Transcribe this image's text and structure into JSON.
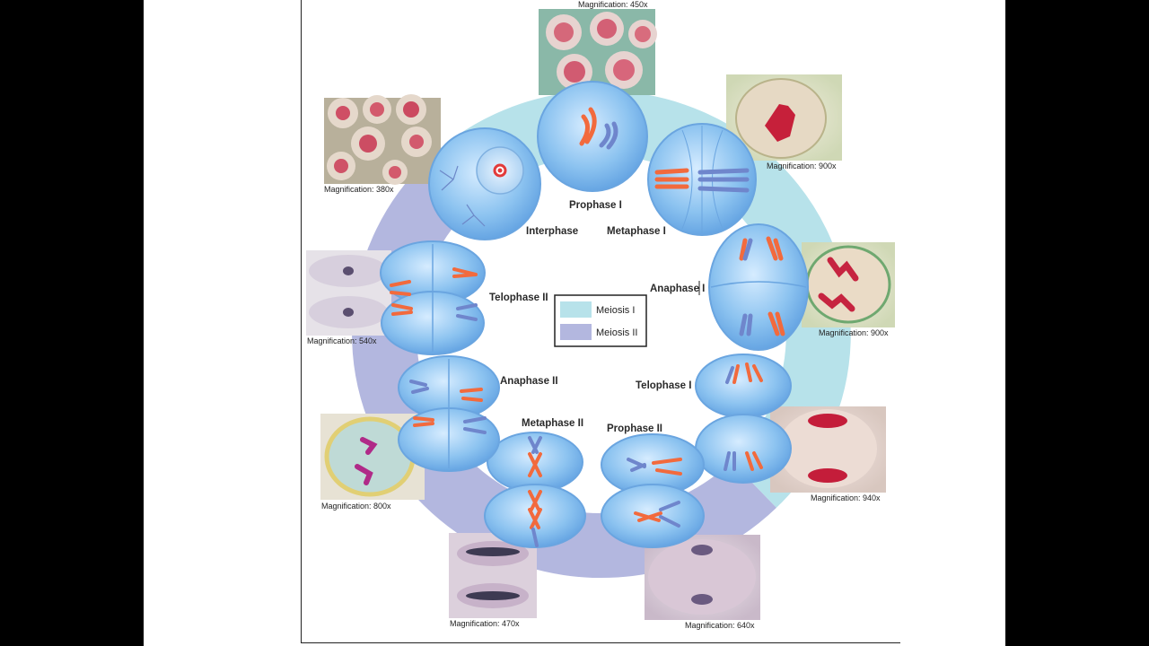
{
  "colors": {
    "meiosis_i": "#b7e2ea",
    "meiosis_ii": "#b3b7df",
    "cell": "#7fb9ec",
    "chromosome_red": "#f26a3d",
    "chromosome_blue": "#6f86cc"
  },
  "phases": {
    "interphase": "Interphase",
    "prophase_i": "Prophase I",
    "metaphase_i": "Metaphase I",
    "anaphase_i": "Anaphase I",
    "telophase_i": "Telophase I",
    "prophase_ii": "Prophase II",
    "metaphase_ii": "Metaphase II",
    "anaphase_ii": "Anaphase II",
    "telophase_ii": "Telophase II"
  },
  "legend": {
    "meiosis_i": "Meiosis I",
    "meiosis_ii": "Meiosis II"
  },
  "magnifications": {
    "top": "Magnification: 450x",
    "upper_left": "Magnification: 380x",
    "upper_right": "Magnification: 900x",
    "right": "Magnification: 900x",
    "lower_right": "Magnification: 940x",
    "bottom_right": "Magnification: 640x",
    "bottom_left": "Magnification: 470x",
    "lower_left": "Magnification: 800x",
    "left": "Magnification: 540x"
  }
}
